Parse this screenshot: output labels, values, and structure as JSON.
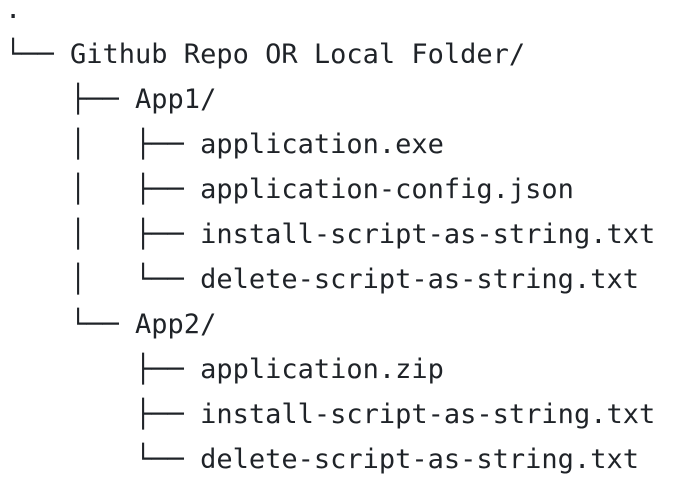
{
  "colors": {
    "background": "#ffffff",
    "text": "#1f2328"
  },
  "tree": {
    "lines": [
      ".",
      "└── Github Repo OR Local Folder/",
      "    ├── App1/",
      "    │   ├── application.exe",
      "    │   ├── application-config.json",
      "    │   ├── install-script-as-string.txt",
      "    │   └── delete-script-as-string.txt",
      "    └── App2/",
      "        ├── application.zip",
      "        ├── install-script-as-string.txt",
      "        └── delete-script-as-string.txt"
    ],
    "hierarchy": {
      "root": ".",
      "children": [
        {
          "name": "Github Repo OR Local Folder/",
          "children": [
            {
              "name": "App1/",
              "files": [
                "application.exe",
                "application-config.json",
                "install-script-as-string.txt",
                "delete-script-as-string.txt"
              ]
            },
            {
              "name": "App2/",
              "files": [
                "application.zip",
                "install-script-as-string.txt",
                "delete-script-as-string.txt"
              ]
            }
          ]
        }
      ]
    }
  }
}
